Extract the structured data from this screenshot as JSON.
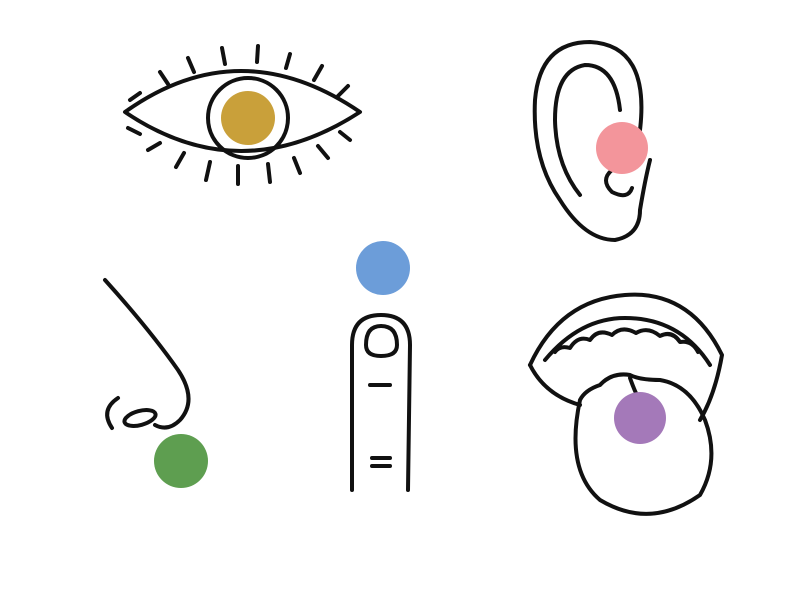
{
  "senses": [
    {
      "name": "sight",
      "icon": "eye-icon",
      "dot_color": "#C9A03A"
    },
    {
      "name": "hearing",
      "icon": "ear-icon",
      "dot_color": "#F3959B"
    },
    {
      "name": "smell",
      "icon": "nose-icon",
      "dot_color": "#5E9E50"
    },
    {
      "name": "touch",
      "icon": "finger-icon",
      "dot_color": "#6C9DD9"
    },
    {
      "name": "taste",
      "icon": "mouth-icon",
      "dot_color": "#A479B9"
    }
  ],
  "background": "#FFFFFF",
  "line_color": "#111111"
}
